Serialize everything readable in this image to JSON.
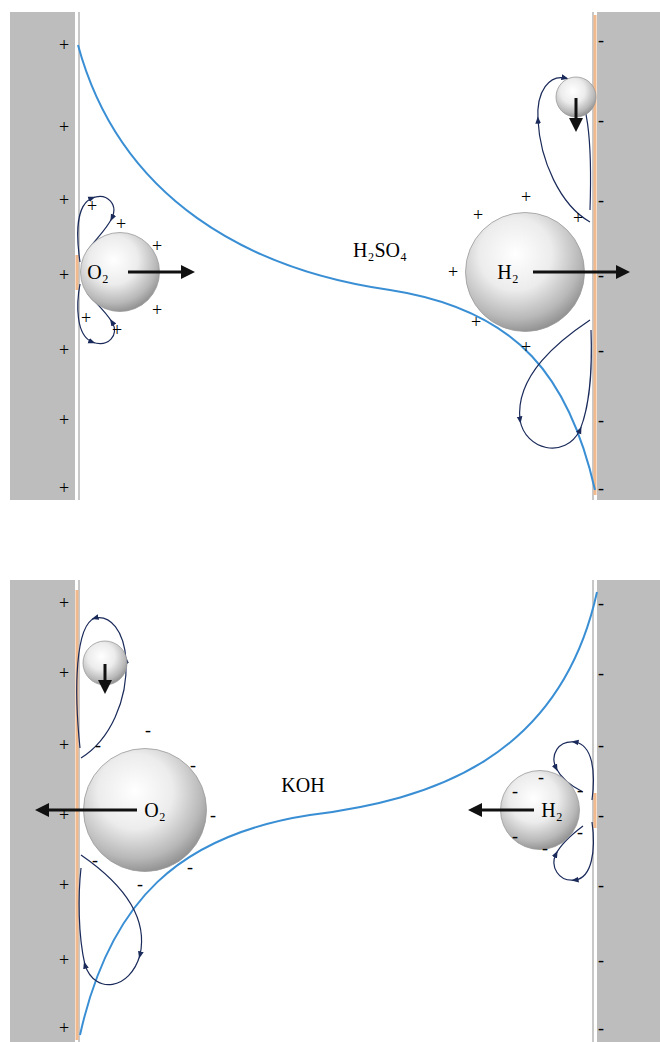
{
  "diagram": {
    "nodes": [
      {
        "text": [
          "O₂"
        ]
      },
      {
        "text": [
          "H₂"
        ]
      },
      {
        "text": [
          "O₂"
        ]
      },
      {
        "text": [
          "H₂"
        ]
      }
    ],
    "labels": [
      "H₂SO₄",
      "KOH",
      "+",
      "+",
      "+",
      "+",
      "+",
      "+",
      "+",
      "-",
      "-",
      "-",
      "-",
      "-",
      "-",
      "-",
      "+",
      "+",
      "+",
      "+",
      "+",
      "+",
      "+",
      "+",
      "+",
      "+",
      "+",
      "+",
      "+",
      "+",
      "+",
      "+",
      "+",
      "+",
      "+",
      "-",
      "-",
      "-",
      "-",
      "-",
      "-",
      "-",
      "-",
      "-",
      "-",
      "-",
      "-",
      "-",
      "-",
      "-",
      "-",
      "-",
      "-",
      "-",
      "-"
    ]
  }
}
